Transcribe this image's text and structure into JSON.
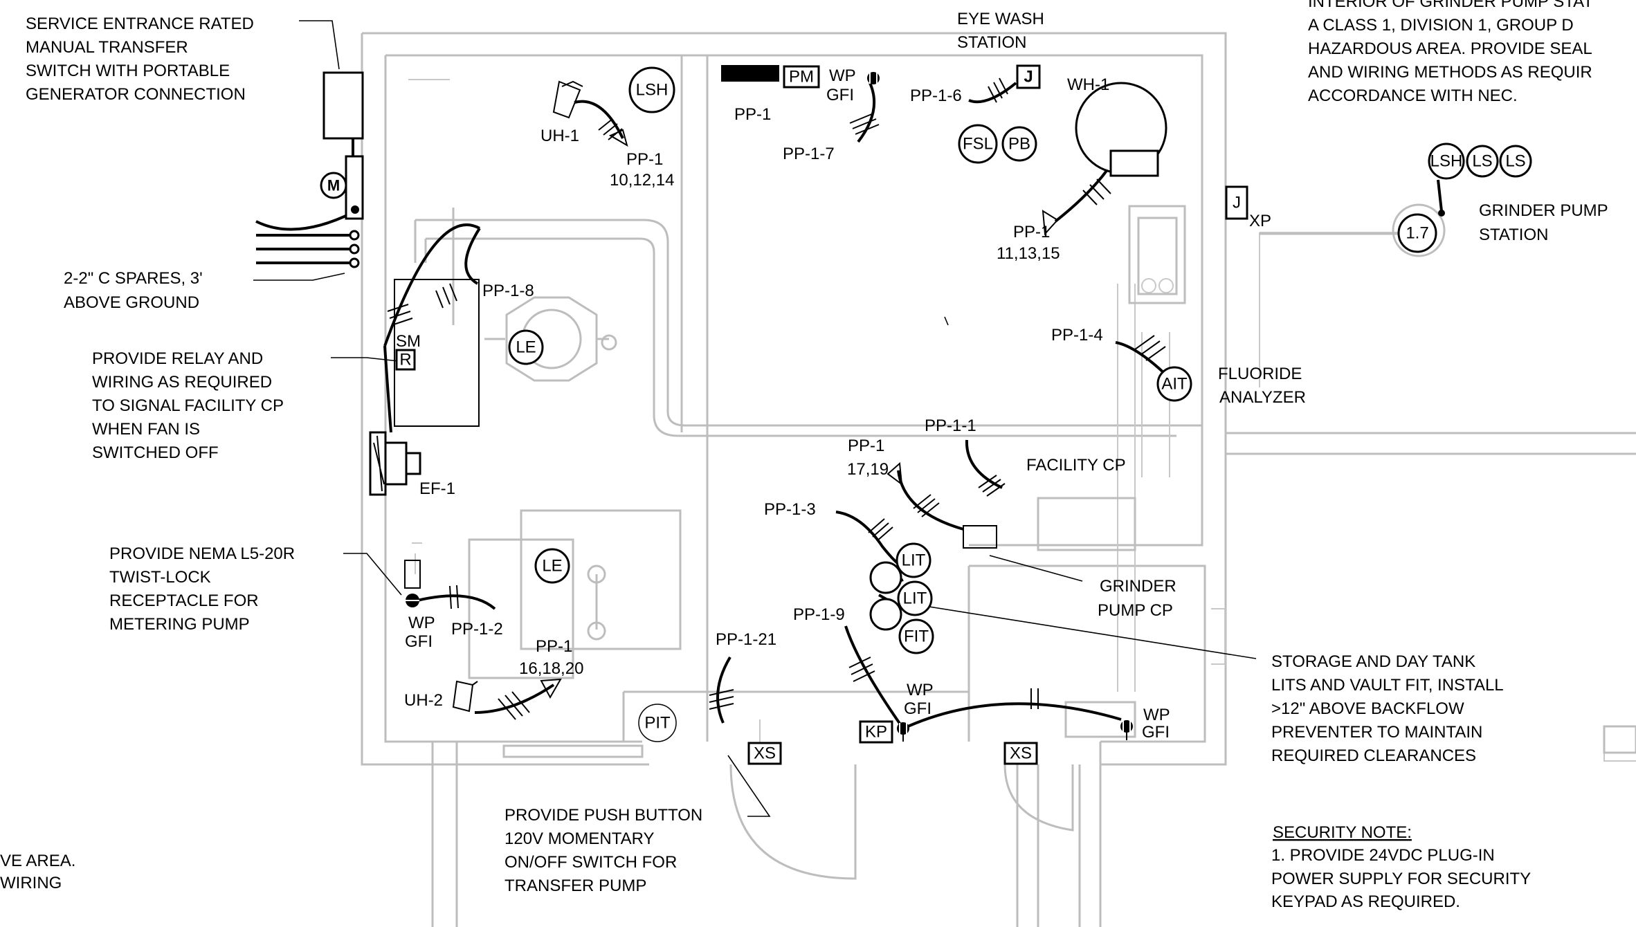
{
  "notes": {
    "service_entrance": [
      "SERVICE ENTRANCE RATED",
      "MANUAL TRANSFER",
      "SWITCH WITH PORTABLE",
      "GENERATOR CONNECTION"
    ],
    "spares": [
      "2-2\" C SPARES, 3'",
      "ABOVE GROUND"
    ],
    "relay": [
      "PROVIDE RELAY AND",
      "WIRING AS REQUIRED",
      "TO SIGNAL FACILITY CP",
      "WHEN FAN IS",
      "SWITCHED OFF"
    ],
    "nema": [
      "PROVIDE NEMA L5-20R",
      "TWIST-LOCK",
      "RECEPTACLE FOR",
      "METERING PUMP"
    ],
    "hazard_left": [
      "VE AREA.",
      "WIRING"
    ],
    "push_button": [
      "PROVIDE PUSH BUTTON",
      "120V MOMENTARY",
      "ON/OFF SWITCH FOR",
      "TRANSFER PUMP"
    ],
    "eye_wash": [
      "EYE WASH",
      "STATION"
    ],
    "grinder_interior": [
      "INTERIOR OF GRINDER PUMP STAT",
      "A CLASS 1, DIVISION 1, GROUP D",
      "HAZARDOUS AREA. PROVIDE SEAL",
      "AND WIRING METHODS AS REQUIR",
      "ACCORDANCE WITH NEC."
    ],
    "grinder_station": [
      "GRINDER PUMP",
      "STATION"
    ],
    "fluoride": [
      "FLUORIDE",
      "ANALYZER"
    ],
    "facility_cp": "FACILITY CP",
    "grinder_cp": [
      "GRINDER",
      "PUMP CP"
    ],
    "storage": [
      "STORAGE AND DAY TANK",
      "LITS AND VAULT FIT, INSTALL",
      ">12\" ABOVE BACKFLOW",
      "PREVENTER TO MAINTAIN",
      "REQUIRED CLEARANCES"
    ],
    "security_title": "SECURITY NOTE:",
    "security": [
      "1. PROVIDE 24VDC PLUG-IN",
      "POWER SUPPLY FOR SECURITY",
      "KEYPAD AS REQUIRED."
    ]
  },
  "circuits": {
    "uh1": "UH-1",
    "uh2": "UH-2",
    "ef1": "EF-1",
    "wh1": "WH-1",
    "xp": "XP",
    "pp1_a": "PP-1",
    "pp1_a_nums": "10,12,14",
    "pp1_b": "PP-1",
    "pp1_7": "PP-1-7",
    "pp1_6": "PP-1-6",
    "pp1_c": "PP-1",
    "pp1_c_nums": "11,13,15",
    "pp1_8": "PP-1-8",
    "pp1_4": "PP-1-4",
    "pp1_1": "PP-1-1",
    "pp1_d": "PP-1",
    "pp1_d_nums": "17,19",
    "pp1_3": "PP-1-3",
    "pp1_9": "PP-1-9",
    "pp1_21": "PP-1-21",
    "pp1_2": "PP-1-2",
    "pp1_e": "PP-1",
    "pp1_e_nums": "16,18,20"
  },
  "symbols": {
    "lsh": "LSH",
    "le": "LE",
    "fsl": "FSL",
    "pb": "PB",
    "pm": "PM",
    "j": "J",
    "ait": "AIT",
    "lit": "LIT",
    "fit": "FIT",
    "pit": "PIT",
    "kp": "KP",
    "xs": "XS",
    "ls": "LS",
    "m": "M",
    "r": "R",
    "sm": "SM",
    "wp": "WP",
    "gfi": "GFI",
    "pump_id": "1.7"
  }
}
